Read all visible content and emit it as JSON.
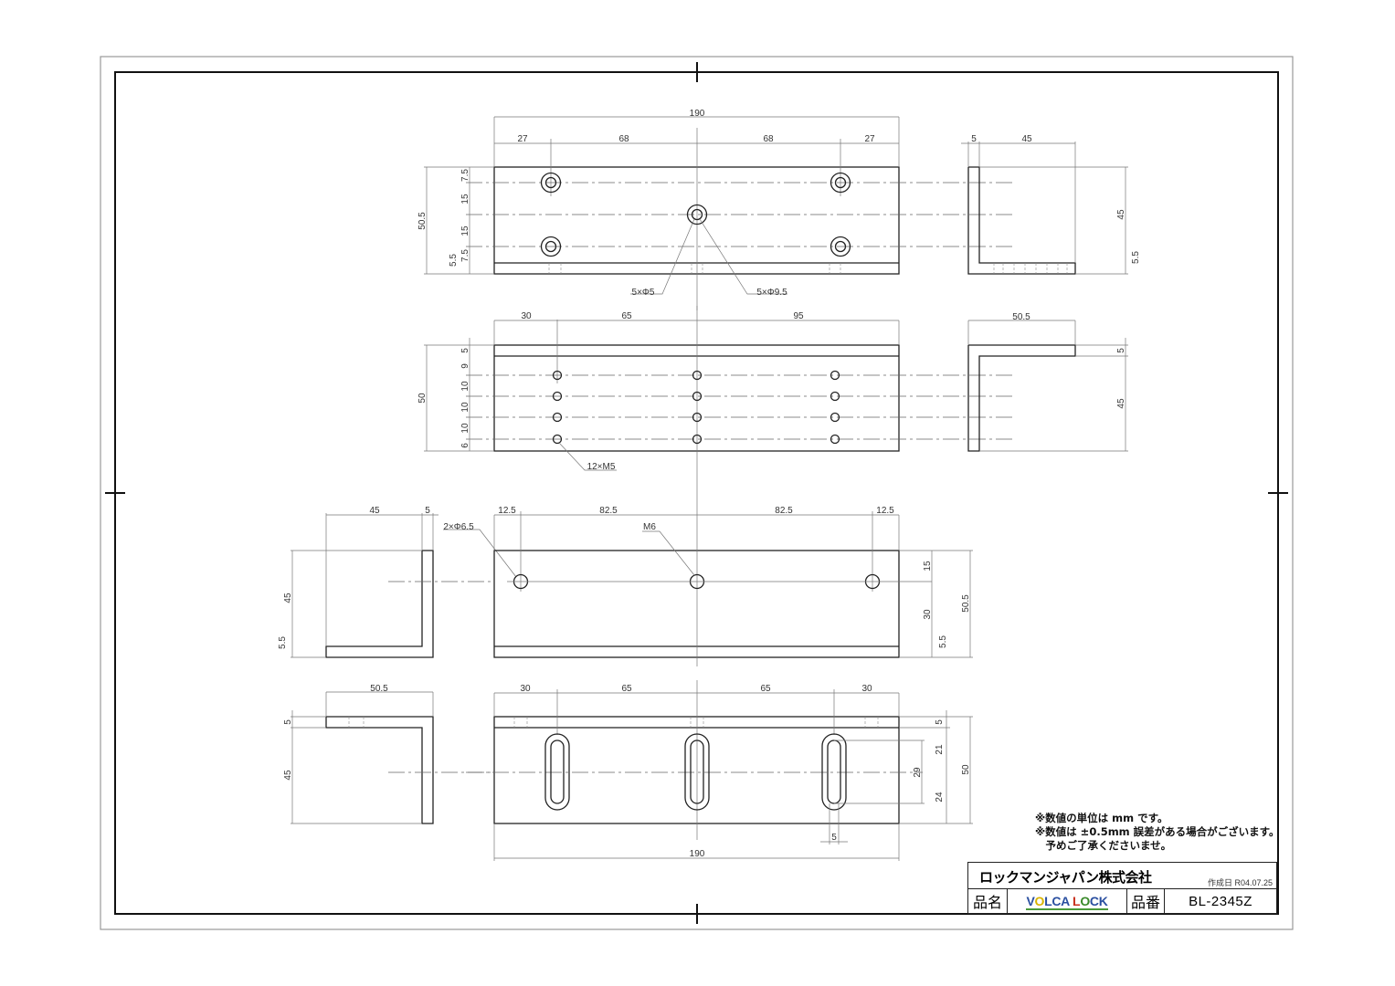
{
  "drawing": {
    "title_block": {
      "company": "ロックマンジャパン株式会社",
      "created_label": "作成日",
      "created_date": "R04.07.25",
      "created_full": "作成日 R04.07.25",
      "product_name_label": "品名",
      "product_name_logo": {
        "v": "V",
        "o": "O",
        "rest1": "LCA ",
        "l": "L",
        "o2": "O",
        "rest2": "CK"
      },
      "part_number_label": "品番",
      "part_number": "BL-2345Z"
    },
    "notes": [
      "※数値の単位は mm です。",
      "※数値は ±0.5mm 誤差がある場合がございます。",
      "　予めご了承くださいませ。"
    ],
    "views": {
      "view1_front": {
        "overall_width": "190",
        "top_dims": [
          "27",
          "68",
          "68",
          "27"
        ],
        "height": "50.5",
        "left_dims": [
          "7.5",
          "15",
          "15",
          "7.5",
          "5.5"
        ],
        "callouts": [
          "5×Φ5",
          "5×Φ9.5"
        ]
      },
      "view1_side": {
        "top_dims": [
          "5",
          "45"
        ],
        "right_dims": [
          "45",
          "5.5"
        ]
      },
      "view2_front": {
        "top_dims": [
          "30",
          "65",
          "95"
        ],
        "height": "50",
        "left_dims": [
          "5",
          "9",
          "10",
          "10",
          "10",
          "6"
        ],
        "callout": "12×M5"
      },
      "view2_side": {
        "top_dim": "50.5",
        "right_dims": [
          "5",
          "45"
        ]
      },
      "view3_side": {
        "top_dims": [
          "45",
          "5"
        ],
        "left_dims": [
          "45",
          "5.5"
        ],
        "callout": "2×Φ6.5"
      },
      "view3_front": {
        "top_dims": [
          "12.5",
          "82.5",
          "82.5",
          "12.5"
        ],
        "callout": "M6",
        "right_dims": [
          "15",
          "30",
          "5.5"
        ],
        "height": "50.5"
      },
      "view4_side": {
        "top_dim": "50.5",
        "left_dims": [
          "5",
          "45"
        ]
      },
      "view4_front": {
        "top_dims": [
          "30",
          "65",
          "65",
          "30"
        ],
        "right_dims": [
          "5",
          "21",
          "29",
          "24"
        ],
        "height": "50",
        "slot_width": "5",
        "overall_width": "190"
      }
    }
  }
}
